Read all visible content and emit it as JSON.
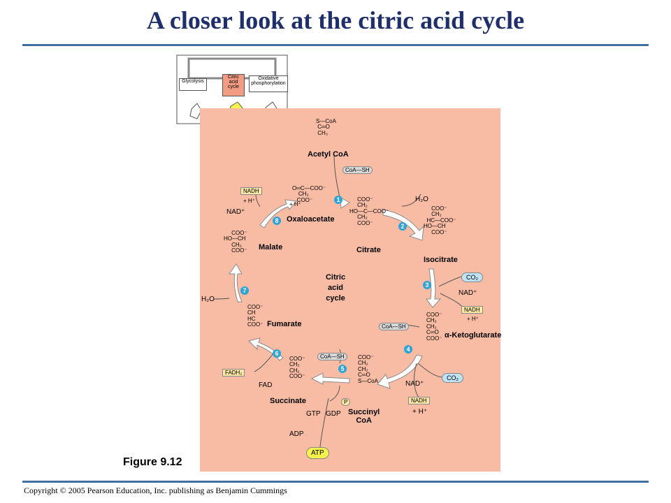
{
  "title": "A closer look at the citric acid cycle",
  "figure_label": "Figure 9.12",
  "copyright": "Copyright © 2005 Pearson Education, Inc. publishing as Benjamin Cummings",
  "inset": {
    "glycolysis": "Glycolysis",
    "citric": "Citric\nacid\ncycle",
    "oxidative": "Oxidative\nphosphorylation"
  },
  "center_label": [
    "Citric",
    "acid",
    "cycle"
  ],
  "molecules": {
    "acetyl_coa": {
      "name": "Acetyl CoA",
      "formula": "S—CoA\n C═O\n CH₃"
    },
    "oxaloacetate": {
      "name": "Oxaloacetate",
      "formula": "O═C—COO⁻\n    CH₂\n   COO⁻"
    },
    "citrate": {
      "name": "Citrate",
      "formula": "     COO⁻\n     CH₂\nHO—C—COO⁻\n     CH₂\n     COO⁻"
    },
    "isocitrate": {
      "name": "Isocitrate",
      "formula": "     COO⁻\n     CH₂\n  HC—COO⁻\nHO—CH\n     COO⁻"
    },
    "ketoglutarate": {
      "name": "α-Ketoglutarate",
      "formula": "COO⁻\nCH₂\nCH₂\nC═O\nCOO⁻"
    },
    "succinyl_coa": {
      "name": "Succinyl\nCoA",
      "formula": "COO⁻\nCH₂\nCH₂\nC═O\nS—CoA"
    },
    "succinate": {
      "name": "Succinate",
      "formula": "COO⁻\nCH₂\nCH₂\nCOO⁻"
    },
    "fumarate": {
      "name": "Fumarate",
      "formula": "COO⁻\nCH\nHC\nCOO⁻"
    },
    "malate": {
      "name": "Malate",
      "formula": "     COO⁻\nHO—CH\n     CH₂\n     COO⁻"
    }
  },
  "cofactors": {
    "coa_sh_1": "CoA—SH",
    "coa_sh_4": "CoA—SH",
    "coa_sh_5": "CoA—SH",
    "h2o_2": "H₂O",
    "h2o_7": "H₂O",
    "co2_3": "CO₂",
    "co2_4": "CO₂",
    "nad_3": "NAD⁺",
    "nadh_3": "NADH",
    "h_3": "+ H⁺",
    "nad_4": "NAD⁺",
    "nadh_4": "NADH",
    "h_4": "+ H⁺",
    "nad_8": "NAD⁺",
    "nadh_8": "NADH",
    "h_8": "+ H⁺",
    "fad": "FAD",
    "fadh2": "FADH₂",
    "gtp": "GTP",
    "gdp": "GDP",
    "pi": "P",
    "adp": "ADP",
    "atp": "ATP"
  },
  "steps": [
    "1",
    "2",
    "3",
    "4",
    "5",
    "6",
    "7",
    "8"
  ],
  "colors": {
    "panel": "#f7bca3",
    "step": "#2fa3d6",
    "title": "#1f2f6b",
    "rule": "#3f6f9f",
    "arrow": "#ffffff"
  }
}
